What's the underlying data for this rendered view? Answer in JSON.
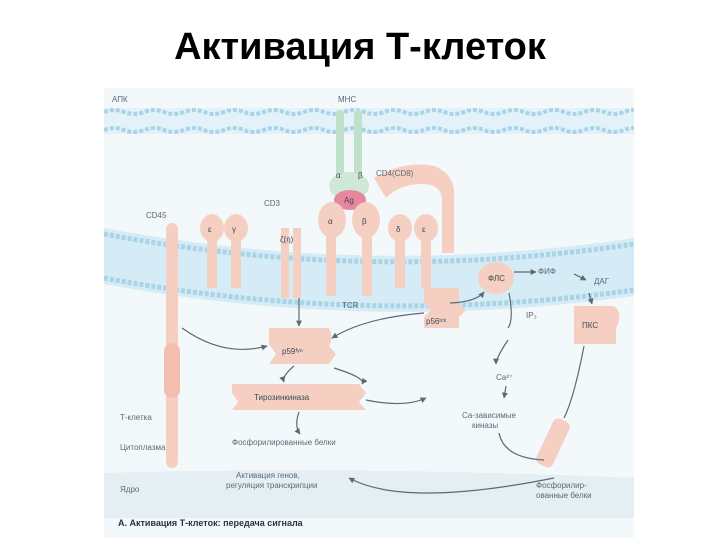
{
  "slide": {
    "title": "Активация Т-клеток"
  },
  "figure": {
    "caption": "А. Активация Т-клеток: передача сигнала",
    "labels": {
      "apc": "АПК",
      "mhc": "MHC",
      "alpha": "α",
      "beta": "β",
      "cd4": "CD4(CD8)",
      "ag": "Ag",
      "cd3": "CD3",
      "cd45": "CD45",
      "epsilon": "ε",
      "gamma": "γ",
      "delta": "δ",
      "zeta": "ζ(η)",
      "tcr_alpha": "α",
      "tcr_beta": "β",
      "tcr": "TCR",
      "eps2": "ε",
      "p56": "p56ˡᶜᵏ",
      "p59": "p59ᶠʸⁿ",
      "tyrosine_kinase": "Тирозинкиназа",
      "plc": "ФЛС",
      "fif": "ФИФ",
      "dag": "ДАГ",
      "ip3": "IP₃",
      "pkc": "ПКС",
      "ca": "Ca²⁺",
      "ca_kinases_1": "Са-зависимые",
      "ca_kinases_2": "киназы",
      "t_cell": "Т-клетка",
      "cytoplasm": "Цитоплазма",
      "phospho_proteins": "Фосфорилированные белки",
      "nucleus": "Ядро",
      "gene_activation_1": "Активация генов,",
      "gene_activation_2": "регуляция транскрипции",
      "phospho2_1": "Фосфорилир-",
      "phospho2_2": "ованные белки"
    },
    "colors": {
      "background": "#f3f8fb",
      "membrane": "#cfe7f2",
      "membrane_beads": "#a9d3e6",
      "protein": "#f6cfc3",
      "protein_edge": "#e8a896",
      "mhc": "#bfe0c9",
      "antigen": "#e7879e",
      "arrow": "#5c6a74"
    }
  }
}
